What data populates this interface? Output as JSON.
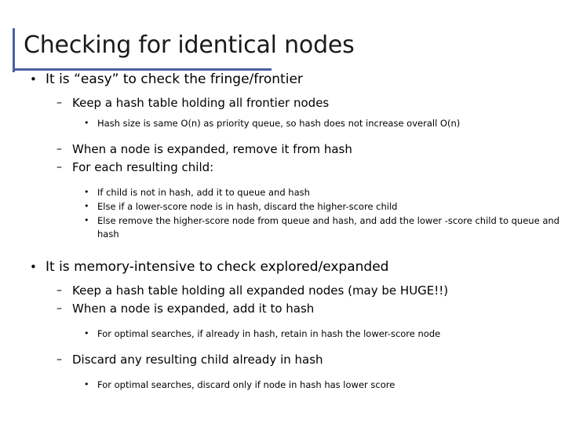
{
  "slide": {
    "title": "Checking for identical nodes",
    "accent_color": "#4a5fa5",
    "bullets": {
      "level1": "•",
      "level2": "–",
      "level3": "•"
    },
    "content": [
      {
        "level": 1,
        "text": "It is “easy” to check the fringe/frontier"
      },
      {
        "level": 2,
        "text": "Keep a hash table holding all frontier nodes"
      },
      {
        "level": 3,
        "text": "Hash size is same O(n) as priority queue, so hash does not increase overall O(n)"
      },
      {
        "level": 2,
        "text": "When a node is expanded, remove it from hash"
      },
      {
        "level": 2,
        "text": "For each resulting child:"
      },
      {
        "level": 3,
        "text": "If child is not in hash, add it to queue and hash"
      },
      {
        "level": 3,
        "text": "Else if a lower-score node is in hash, discard the higher-score child"
      },
      {
        "level": 3,
        "text": "Else remove the higher-score node from queue and hash, and add the lower -score child to queue and hash"
      },
      {
        "level": 1,
        "text": "It is memory-intensive to  check explored/expanded"
      },
      {
        "level": 2,
        "text": "Keep a hash table holding all expanded nodes (may be HUGE!!)"
      },
      {
        "level": 2,
        "text": "When a node is expanded, add it to hash"
      },
      {
        "level": 3,
        "text": "For optimal searches, if already in hash, retain in hash the lower-score node"
      },
      {
        "level": 2,
        "text": "Discard any resulting child already in hash"
      },
      {
        "level": 3,
        "text": "For optimal searches, discard only if node in hash has lower score"
      }
    ]
  }
}
